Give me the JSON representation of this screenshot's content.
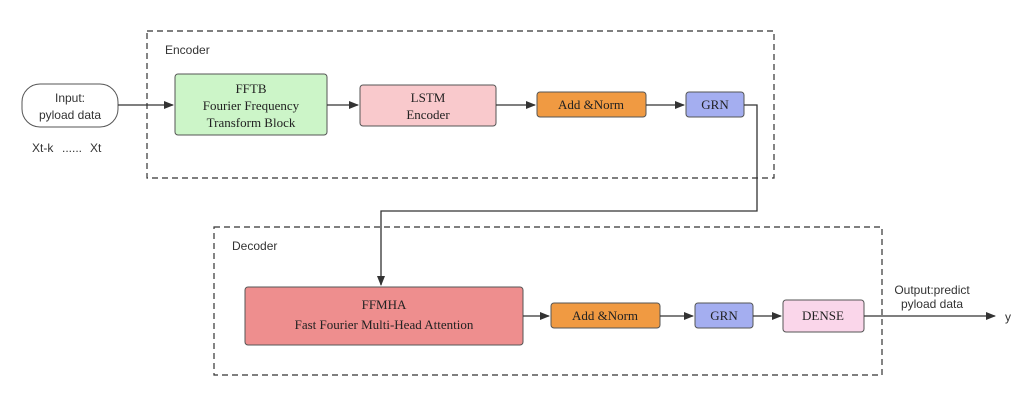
{
  "encoder": {
    "label": "Encoder",
    "input": {
      "line1": "Input:",
      "line2": "pyload data"
    },
    "seq_start": "Xt-k",
    "seq_dots": "......",
    "seq_end": "Xt",
    "fftb": {
      "line1": "FFTB",
      "line2": "Fourier Frequency",
      "line3": "Transform Block"
    },
    "lstm": {
      "line1": "LSTM",
      "line2": "Encoder"
    },
    "add_norm": "Add &Norm",
    "grn": "GRN"
  },
  "decoder": {
    "label": "Decoder",
    "ffmha": {
      "line1": "FFMHA",
      "line2": "Fast Fourier Multi-Head Attention"
    },
    "add_norm": "Add &Norm",
    "grn": "GRN",
    "dense": "DENSE"
  },
  "output": {
    "line1": "Output:predict",
    "line2": "pyload data",
    "symbol": "y"
  },
  "colors": {
    "fftb": "#ccf5c8",
    "lstm": "#f9c9cc",
    "add_norm": "#f09a42",
    "grn": "#a4aef0",
    "ffmha": "#ee8e8e",
    "dense": "#fad6ea",
    "input": "#ffffff"
  }
}
